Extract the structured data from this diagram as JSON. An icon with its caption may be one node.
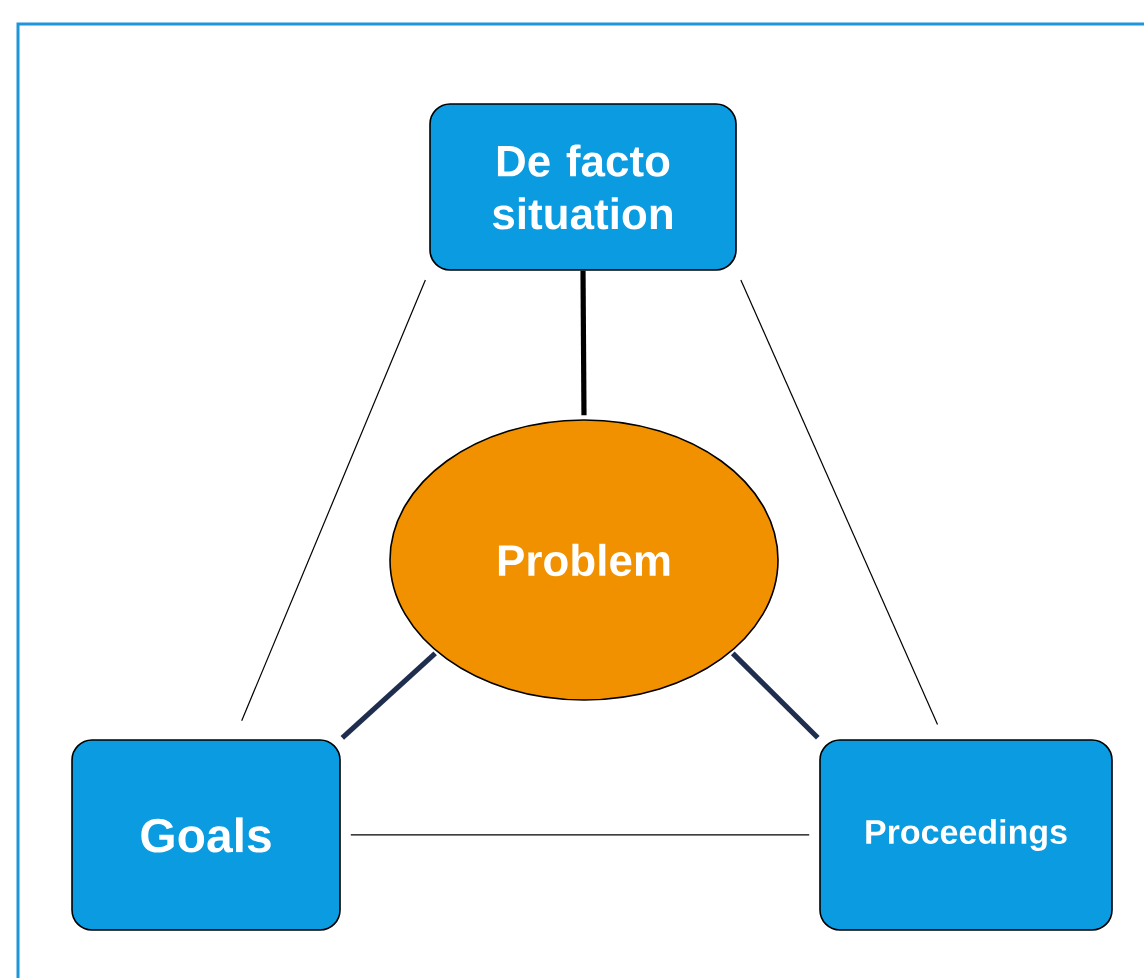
{
  "diagram": {
    "nodes": [
      {
        "text": [
          "De facto situation"
        ]
      },
      {
        "text": [
          "Problem"
        ]
      },
      {
        "text": [
          "Goals"
        ]
      },
      {
        "text": [
          "Proceedings"
        ]
      }
    ],
    "edges": [
      {
        "from": 0,
        "to": 1,
        "arrow": "none",
        "style": "thick"
      },
      {
        "from": 1,
        "to": 2,
        "arrow": "none",
        "style": "thick",
        "color": "#1f2d4f"
      },
      {
        "from": 1,
        "to": 3,
        "arrow": "none",
        "style": "thick",
        "color": "#1f2d4f"
      },
      {
        "from": 0,
        "to": 2,
        "arrow": "none"
      },
      {
        "from": 0,
        "to": 3,
        "arrow": "none"
      },
      {
        "from": 2,
        "to": 3,
        "arrow": "none"
      }
    ]
  }
}
